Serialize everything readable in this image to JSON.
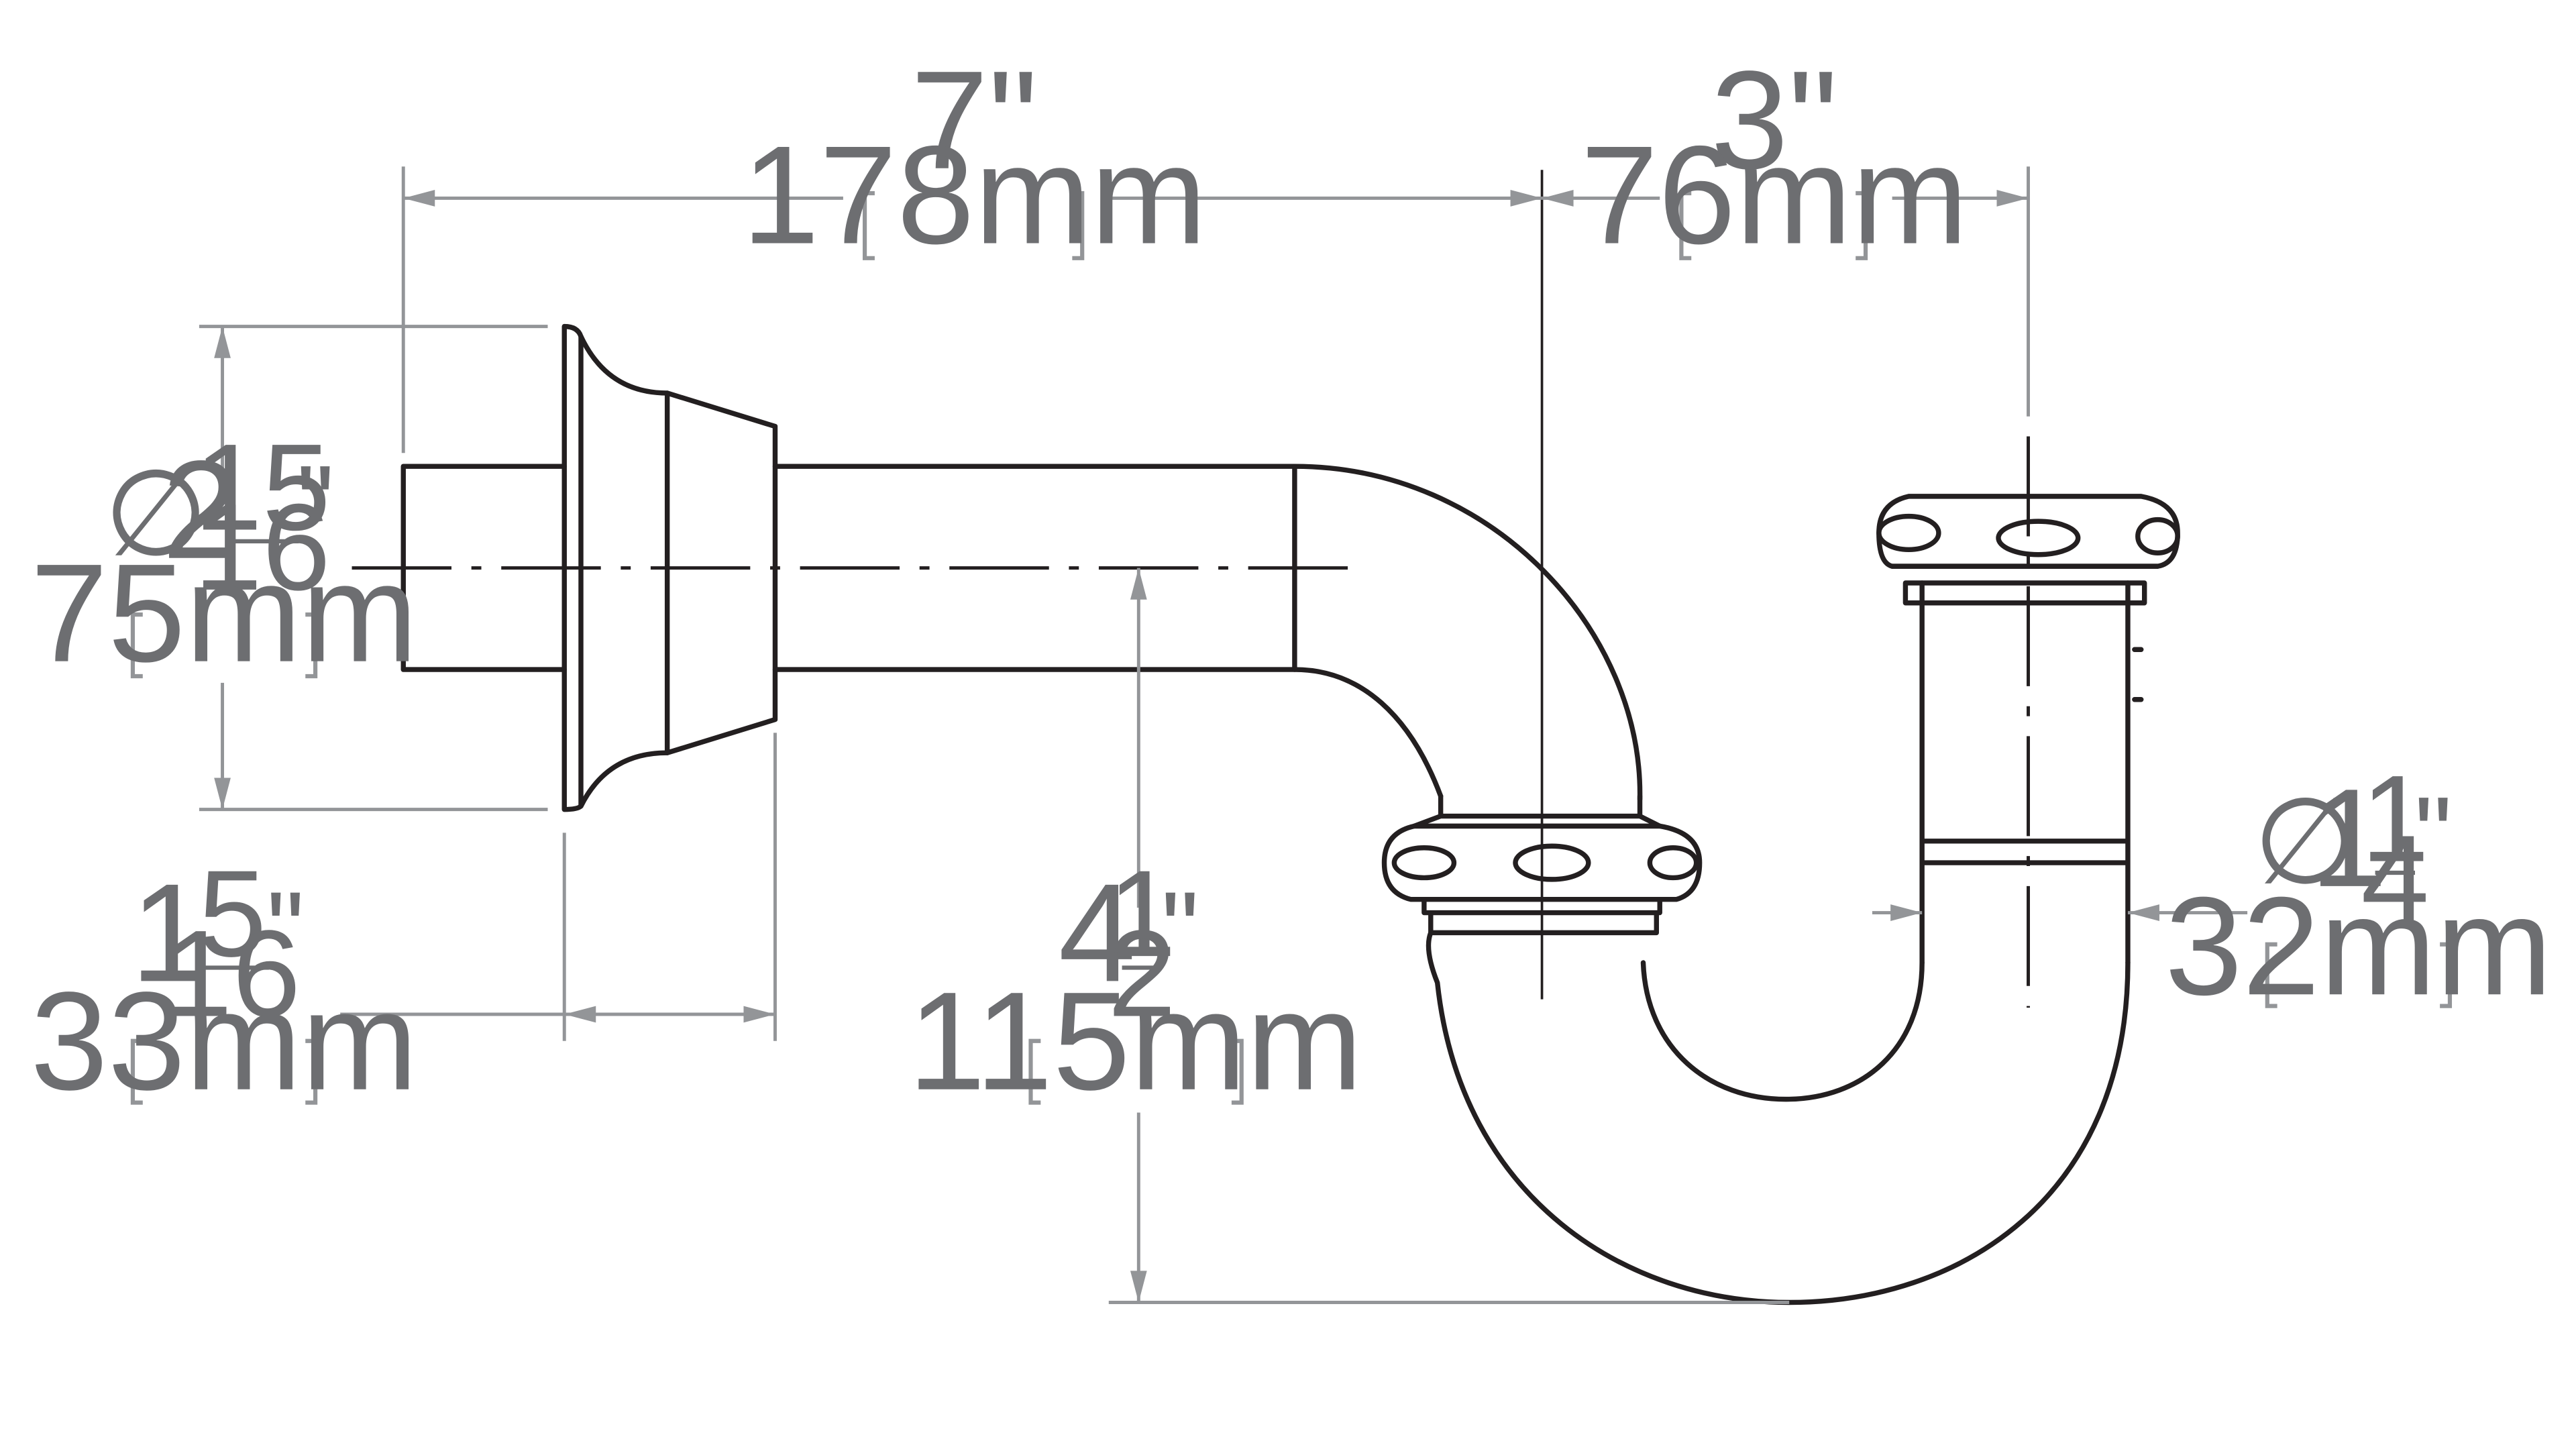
{
  "dimensions": {
    "length_overall": {
      "imperial": "7\"",
      "metric": "178mm"
    },
    "trap_offset": {
      "imperial": "3\"",
      "metric": "76mm"
    },
    "flange_diameter": {
      "symbol": "∅",
      "whole": "2",
      "num": "15",
      "den": "16",
      "unit": "\"",
      "metric": "75mm"
    },
    "flange_depth": {
      "whole": "1",
      "num": "5",
      "den": "16",
      "unit": "\"",
      "metric": "33mm"
    },
    "drop_height": {
      "whole": "4",
      "num": "1",
      "den": "2",
      "unit": "\"",
      "metric": "115mm"
    },
    "tailpiece_diameter": {
      "symbol": "∅",
      "whole": "1",
      "num": "1",
      "den": "4",
      "unit": "\"",
      "metric": "32mm"
    }
  },
  "colors": {
    "outline": "#231f20",
    "dimension": "#939598",
    "text": "#6d6e71"
  }
}
